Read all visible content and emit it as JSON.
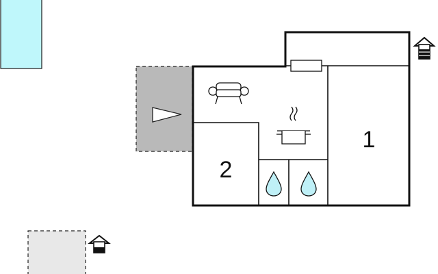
{
  "floorplan": {
    "rooms": [
      {
        "id": "bedroom-1",
        "label": "1"
      },
      {
        "id": "bedroom-2",
        "label": "2"
      }
    ],
    "icons": {
      "living_area": "sofa-icon",
      "kitchen": "cooking-pot-icon",
      "bathroom_left": "water-drop-icon",
      "bathroom_right": "water-drop-icon",
      "terrace": "direction-arrow-icon",
      "building_main": "house-icon",
      "building_secondary": "house-icon",
      "window": "window-icon"
    },
    "colors": {
      "pool": "#bff7fb",
      "pool_stroke": "#1a1a1a",
      "terrace": "#b9b9b9",
      "secondary_area": "#e8e8e8",
      "wall": "#111111",
      "water": "#bff0f7"
    }
  }
}
